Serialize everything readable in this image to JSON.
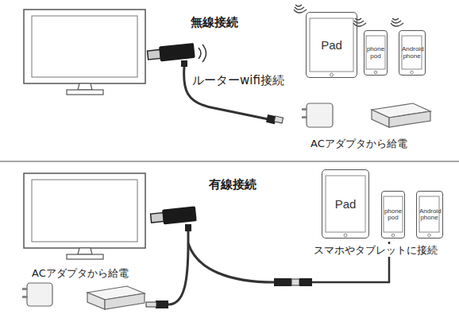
{
  "diagram": {
    "nodes": [
      {
        "text": [
          "Pad"
        ]
      },
      {
        "text": [
          "phone pod"
        ]
      },
      {
        "text": [
          "Android phone"
        ]
      },
      {
        "text": [
          "Pad"
        ]
      },
      {
        "text": [
          "phone pod"
        ]
      },
      {
        "text": [
          "Android phone"
        ]
      }
    ],
    "labels": [
      "無線接続",
      "ルーターwifi接続",
      "ACアダプタから給電",
      "有線接続",
      "ACアダプタから給電",
      "スマホやタブレットに接続"
    ]
  }
}
